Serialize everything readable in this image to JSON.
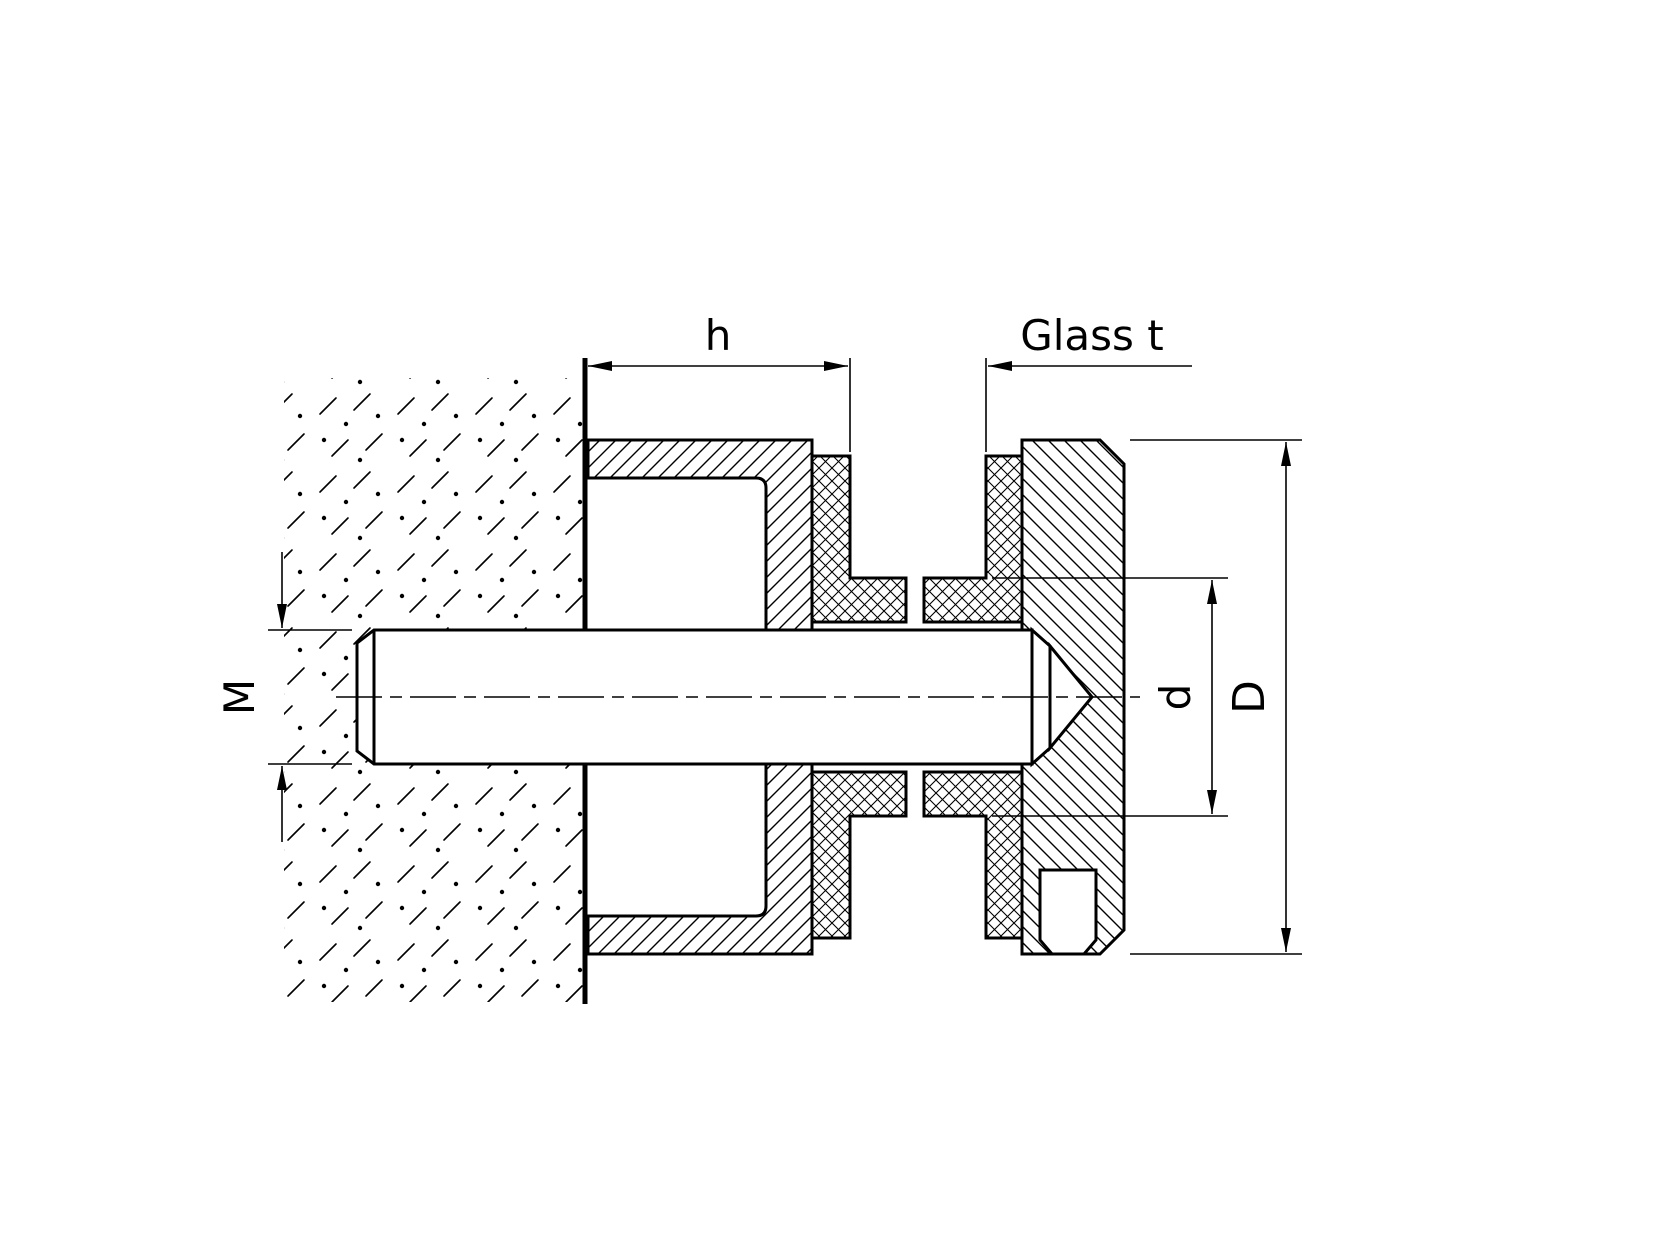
{
  "diagram": {
    "labels": {
      "h": "h",
      "glass_t": "Glass t",
      "m": "M",
      "d": "d",
      "d_outer": "D"
    },
    "colors": {
      "line": "#000000",
      "background": "#ffffff"
    }
  }
}
